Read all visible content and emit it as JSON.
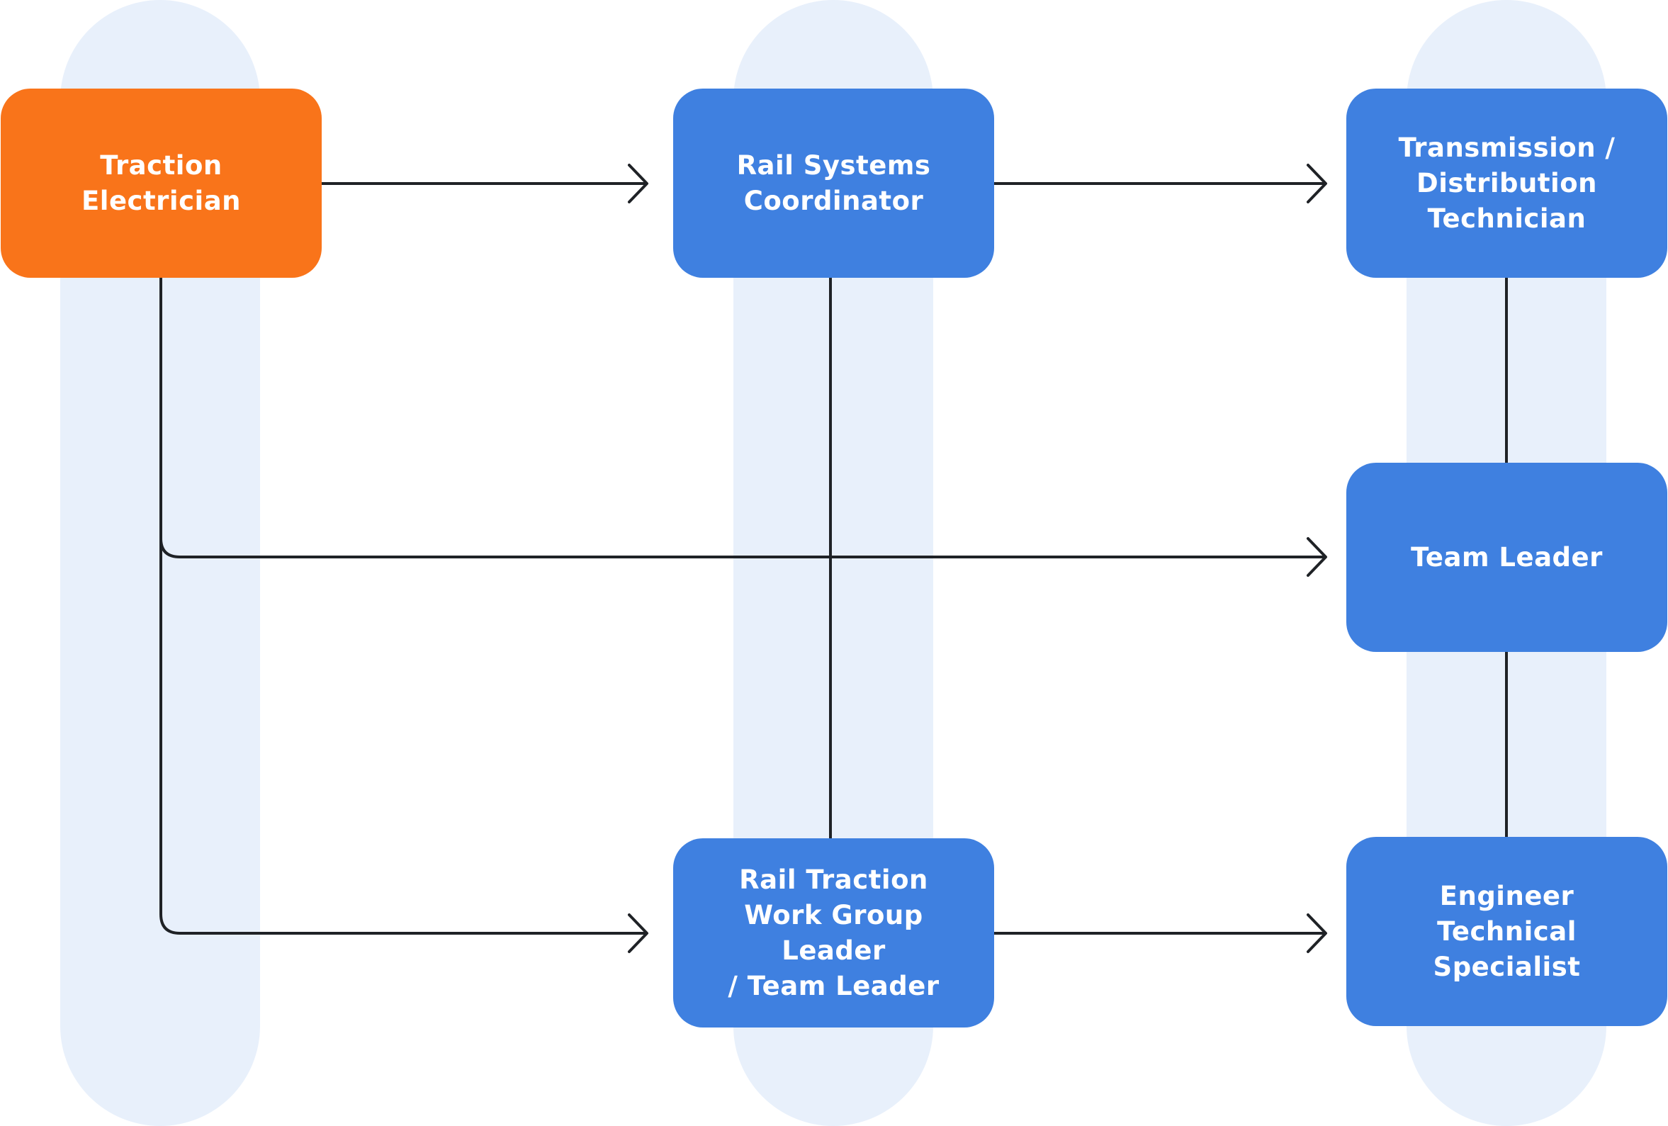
{
  "colors": {
    "lane": "#e8f0fb",
    "current_role": "#f9741a",
    "next_role": "#3f80e0",
    "connector": "#1f2226",
    "label": "#ffffff"
  },
  "nodes": {
    "traction_electrician": {
      "label": "Traction\nElectrician",
      "status": "current"
    },
    "rail_systems_coordinator": {
      "label": "Rail Systems\nCoordinator",
      "status": "next"
    },
    "transmission_distribution_technician": {
      "label": "Transmission /\nDistribution\nTechnician",
      "status": "next"
    },
    "team_leader": {
      "label": "Team Leader",
      "status": "next"
    },
    "rail_traction_work_group_leader": {
      "label": "Rail Traction\nWork Group Leader\n/ Team Leader",
      "status": "next"
    },
    "engineer_technical_specialist": {
      "label": "Engineer\nTechnical\nSpecialist",
      "status": "next"
    }
  },
  "connections": [
    {
      "from": "traction_electrician",
      "to": "rail_systems_coordinator",
      "type": "arrow"
    },
    {
      "from": "rail_systems_coordinator",
      "to": "transmission_distribution_technician",
      "type": "arrow"
    },
    {
      "from": "traction_electrician",
      "to": "team_leader",
      "type": "arrow"
    },
    {
      "from": "traction_electrician",
      "to": "rail_traction_work_group_leader",
      "type": "arrow"
    },
    {
      "from": "rail_traction_work_group_leader",
      "to": "engineer_technical_specialist",
      "type": "arrow"
    },
    {
      "from": "rail_systems_coordinator",
      "to": "rail_traction_work_group_leader",
      "type": "line"
    },
    {
      "from": "transmission_distribution_technician",
      "to": "team_leader",
      "type": "line"
    },
    {
      "from": "team_leader",
      "to": "engineer_technical_specialist",
      "type": "line"
    }
  ]
}
